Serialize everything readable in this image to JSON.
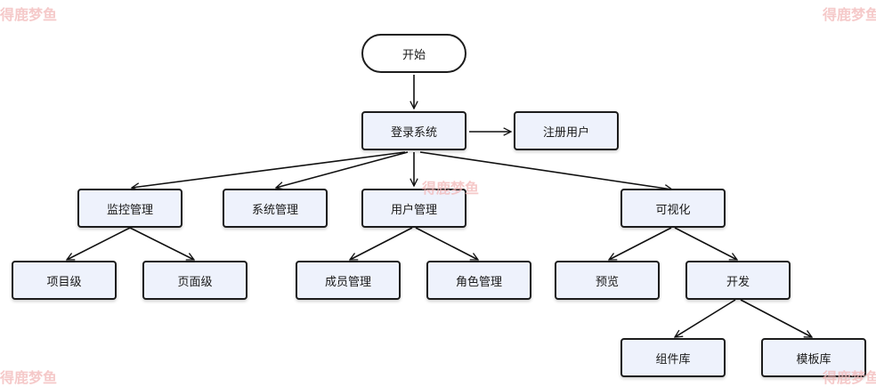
{
  "nodes": {
    "start": "开始",
    "login": "登录系统",
    "register": "注册用户",
    "monitor": "监控管理",
    "system": "系统管理",
    "users": "用户管理",
    "viz": "可视化",
    "project_level": "项目级",
    "page_level": "页面级",
    "members": "成员管理",
    "roles": "角色管理",
    "preview": "预览",
    "develop": "开发",
    "component_lib": "组件库",
    "template_lib": "模板库"
  },
  "watermarks": {
    "top_left": "得鹿梦鱼",
    "top_right": "得鹿梦鱼",
    "center": "得鹿梦鱼",
    "bottom_left": "得鹿梦鱼",
    "bottom_right": "得鹿梦鱼"
  },
  "colors": {
    "node_fill": "#eef2fc",
    "node_border": "#1c1c1c",
    "edge": "#111111",
    "watermark": "#f2b8b8"
  }
}
